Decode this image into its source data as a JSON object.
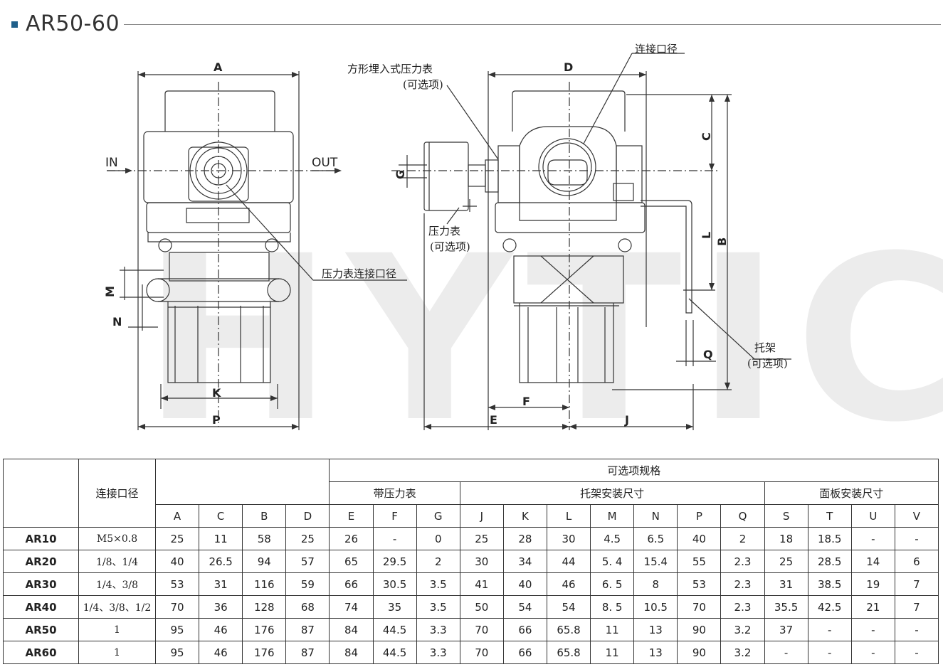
{
  "header": {
    "title": "AR50-60"
  },
  "watermark": "HYTIC",
  "drawing": {
    "left_view": {
      "dims": {
        "A": "A",
        "K": "K",
        "P": "P",
        "M": "M",
        "N": "N"
      },
      "ports": {
        "in": "IN",
        "out": "OUT"
      },
      "callout_gauge_port": "压力表连接口径"
    },
    "right_view": {
      "dims": {
        "D": "D",
        "C": "C",
        "B": "B",
        "L": "L",
        "G": "G",
        "Q": "Q",
        "E": "E",
        "F": "F",
        "J": "J"
      },
      "callout_embedded_gauge": "方形埋入式压力表",
      "callout_embedded_gauge_opt": "(可选项)",
      "callout_port_size": "连接口径",
      "callout_gauge": "压力表",
      "callout_gauge_opt": "(可选项)",
      "callout_bracket": "托架",
      "callout_bracket_opt": "(可选项)"
    }
  },
  "table": {
    "connection_header": "连接口径",
    "options_header": "可选项规格",
    "group_gauge": "带压力表",
    "group_bracket": "托架安装尺寸",
    "group_panel": "面板安装尺寸",
    "columns": [
      "A",
      "C",
      "B",
      "D",
      "E",
      "F",
      "G",
      "J",
      "K",
      "L",
      "M",
      "N",
      "P",
      "Q",
      "S",
      "T",
      "U",
      "V"
    ],
    "rows": [
      {
        "model": "AR10",
        "conn": "M5×0.8",
        "values": [
          "25",
          "11",
          "58",
          "25",
          "26",
          "-",
          "0",
          "25",
          "28",
          "30",
          "4.5",
          "6.5",
          "40",
          "2",
          "18",
          "18.5",
          "-",
          "-"
        ]
      },
      {
        "model": "AR20",
        "conn": "1/8、1/4",
        "values": [
          "40",
          "26.5",
          "94",
          "57",
          "65",
          "29.5",
          "2",
          "30",
          "34",
          "44",
          "5. 4",
          "15.4",
          "55",
          "2.3",
          "25",
          "28.5",
          "14",
          "6"
        ]
      },
      {
        "model": "AR30",
        "conn": "1/4、3/8",
        "values": [
          "53",
          "31",
          "116",
          "59",
          "66",
          "30.5",
          "3.5",
          "41",
          "40",
          "46",
          "6. 5",
          "8",
          "53",
          "2.3",
          "31",
          "38.5",
          "19",
          "7"
        ]
      },
      {
        "model": "AR40",
        "conn": "1/4、3/8、1/2",
        "values": [
          "70",
          "36",
          "128",
          "68",
          "74",
          "35",
          "3.5",
          "50",
          "54",
          "54",
          "8. 5",
          "10.5",
          "70",
          "2.3",
          "35.5",
          "42.5",
          "21",
          "7"
        ]
      },
      {
        "model": "AR50",
        "conn": "1",
        "values": [
          "95",
          "46",
          "176",
          "87",
          "84",
          "44.5",
          "3.3",
          "70",
          "66",
          "65.8",
          "11",
          "13",
          "90",
          "3.2",
          "37",
          "-",
          "-",
          "-"
        ]
      },
      {
        "model": "AR60",
        "conn": "1",
        "values": [
          "95",
          "46",
          "176",
          "87",
          "84",
          "44.5",
          "3.3",
          "70",
          "66",
          "65.8",
          "11",
          "13",
          "90",
          "3.2",
          "-",
          "-",
          "-",
          "-"
        ]
      }
    ]
  }
}
